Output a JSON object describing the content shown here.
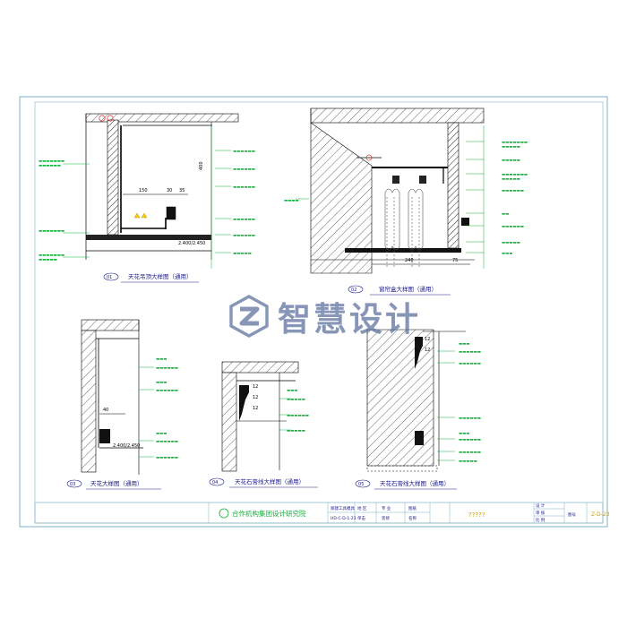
{
  "watermark": {
    "text": "智慧设计",
    "icon": "logo-z-mark"
  },
  "colors": {
    "frame": "#7fb2c8",
    "line": "#000000",
    "hatch": "#555555",
    "annotation": "#11b03a",
    "caption": "#1a1a8a",
    "watermark": "#5a6f9c"
  },
  "details": [
    {
      "num": "01",
      "title": "天花吊顶大样图（通用）"
    },
    {
      "num": "02",
      "title": "窗帘盒大样图（通用）"
    },
    {
      "num": "03",
      "title": "天花大样图（通用）"
    },
    {
      "num": "04",
      "title": "天花石膏线大样图（通用）"
    },
    {
      "num": "05",
      "title": "天花石膏线大样图（通用）"
    }
  ],
  "dims": {
    "d1_width": "150",
    "d1_mid": "30",
    "d1_right": "35",
    "d1_elev": "2.400/2.450",
    "d1_vert": "400",
    "d2_width": "240",
    "d2_right": "75",
    "d3_top": "40",
    "d3_elev": "2.400/2.450",
    "d4_a": "12",
    "d4_b": "12",
    "d4_c": "12",
    "d5_a": "12",
    "d5_b": "12"
  },
  "titleblock": {
    "company": "合作机构集团设计研究院",
    "col1": "郑建工具模具",
    "col1b": "HD-C-D-1-23",
    "col2": "地 区",
    "col2b": "单击",
    "col3": "专 业",
    "col3b": "装修",
    "col4": "图纸",
    "col4b": "名称",
    "project": "?????",
    "drawing_no": "Z-D-23",
    "sheet_label": "图号",
    "r1": "设 计",
    "r2": "审 核",
    "r3": "比 例"
  }
}
